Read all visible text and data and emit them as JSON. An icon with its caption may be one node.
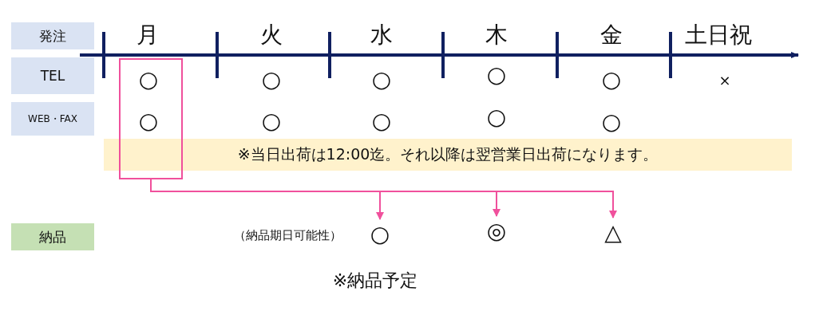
{
  "diagram": {
    "nodes": [
      {
        "text": [
          "発注"
        ]
      },
      {
        "text": [
          "TEL"
        ]
      },
      {
        "text": [
          "WEB・FAX"
        ]
      },
      {
        "text": [
          "納品"
        ]
      },
      {
        "text": [
          "※当日出荷は12:00迄。それ以降は翌営業日出荷になります。"
        ]
      },
      {
        "text": [],
        "shape": "box"
      },
      {
        "text": [
          "○"
        ]
      },
      {
        "text": [
          "◎"
        ]
      },
      {
        "text": [
          "△"
        ]
      }
    ],
    "edges": [
      {
        "from": 5,
        "to": 6,
        "arrow": "to"
      },
      {
        "from": 5,
        "to": 7,
        "arrow": "to"
      },
      {
        "from": 5,
        "to": 8,
        "arrow": "to"
      }
    ],
    "labels": [
      "月",
      "火",
      "水",
      "木",
      "金",
      "土日祝",
      "○",
      "○",
      "○",
      "○",
      "○",
      "×",
      "○",
      "○",
      "○",
      "○",
      "○",
      "（納品期日可能性）",
      "※納品予定"
    ]
  }
}
